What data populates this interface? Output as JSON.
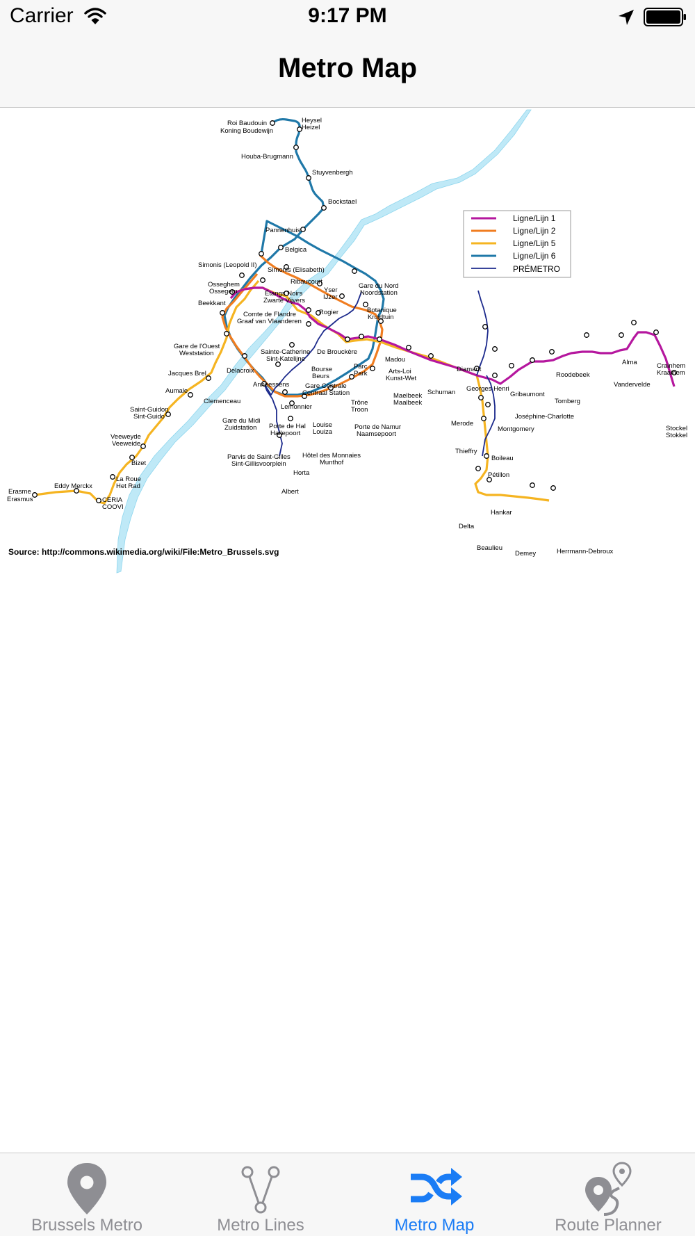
{
  "status_bar": {
    "carrier": "Carrier",
    "time": "9:17 PM"
  },
  "nav": {
    "title": "Metro Map"
  },
  "map": {
    "legend": {
      "line1": "Ligne/Lijn 1",
      "line2": "Ligne/Lijn  2",
      "line5": "Ligne/Lijn  5",
      "line6": "Ligne/Lijn  6",
      "premetro": "PRÉMETRO"
    },
    "source": "Source: http://commons.wikimedia.org/wiki/File:Metro_Brussels.svg",
    "stations": {
      "roi_baudouin": "Roi Baudouin",
      "koning_boudewijn": "Koning Boudewijn",
      "heysel": "Heysel",
      "heizel": "Heizel",
      "houba": "Houba-Brugmann",
      "stuyvenbergh": "Stuyvenbergh",
      "bockstael": "Bockstael",
      "pannenhuis": "Pannenhuis",
      "belgica": "Belgica",
      "simonis_leopold": "Simonis (Leopold II)",
      "simonis_elisabeth": "Simonis (Elisabeth)",
      "ribaucourt": "Ribaucourt",
      "osseghem": "Osseghem",
      "ossegem": "Ossegem",
      "beekkant": "Beekkant",
      "etangs_noirs": "Étangs Noirs",
      "zwarte_vijvers": "Zwarte Vijvers",
      "yser": "Yser",
      "ijzer": "IJzer",
      "gare_du_nord": "Gare du Nord",
      "noordstation": "Noordstation",
      "comte_de_flandre": "Comte de Flandre",
      "graaf_van_vlaanderen": "Graaf van Vlaanderen",
      "rogier": "Rogier",
      "botanique": "Botanique",
      "kruidtuin": "Kruidtuin",
      "gare_ouest": "Gare de l'Ouest",
      "weststation": "Weststation",
      "sainte_catherine": "Sainte-Catherine",
      "sint_katelijne": "Sint-Katelijne",
      "de_brouckere": "De Brouckère",
      "madou": "Madou",
      "jacques_brel": "Jacques Brel",
      "delacroix": "Delacroix",
      "bourse": "Bourse",
      "beurs": "Beurs",
      "parc": "Parc",
      "park": "Park",
      "arts_loi": "Arts-Loi",
      "kunst_wet": "Kunst-Wet",
      "aumale": "Aumale",
      "anneessens": "Anneessens",
      "gare_centrale": "Gare Centrale",
      "centraal_station": "Centraal Station",
      "maelbeek": "Maelbeek",
      "maalbeek": "Maalbeek",
      "schuman": "Schuman",
      "clemenceau": "Clemenceau",
      "lemonnier": "Lemonnier",
      "saint_guidon": "Saint-Guidon",
      "sint_guido": "Sint-Guido",
      "trone": "Trône",
      "troon": "Troon",
      "gare_du_midi": "Gare du Midi",
      "zuidstation": "Zuidstation",
      "porte_de_hal": "Porte de Hal",
      "hallepoort": "Hallepoort",
      "louise": "Louise",
      "louiza": "Louiza",
      "porte_de_namur": "Porte de Namur",
      "naamsepoort": "Naamsepoort",
      "veeweyde": "Veeweyde",
      "veeweide": "Veeweide",
      "bizet": "Bizet",
      "parvis": "Parvis de Saint-Gilles",
      "sint_gillisvoorplein": "Sint-Gillisvoorplein",
      "hotel_des_monnaies": "Hôtel des Monnaies",
      "munthof": "Munthof",
      "horta": "Horta",
      "albert": "Albert",
      "la_roue": "La Roue",
      "het_rad": "Het Rad",
      "eddy_merckx": "Eddy Merckx",
      "erasme": "Erasme",
      "erasmus": "Erasmus",
      "ceria": "CERIA",
      "coovi": "COOVI",
      "diamant": "Diamant",
      "georges_henri": "Georges Henri",
      "gribaumont": "Gribaumont",
      "roodebeek": "Roodebeek",
      "tomberg": "Tomberg",
      "alma": "Alma",
      "crainhem": "Crainhem",
      "kraainem": "Kraainem",
      "vandervelde": "Vandervelde",
      "josephine_charlotte": "Joséphine-Charlotte",
      "montgomery": "Montgomery",
      "merode": "Merode",
      "stockel": "Stockel",
      "stokkel": "Stokkel",
      "thieffry": "Thieffry",
      "boileau": "Boileau",
      "petillon": "Pétillon",
      "hankar": "Hankar",
      "delta": "Delta",
      "beaulieu": "Beaulieu",
      "demey": "Demey",
      "herrmann_debroux": "Herrmann-Debroux"
    },
    "colors": {
      "line1": "#b5179e",
      "line2": "#f07d20",
      "line5": "#f5b421",
      "line6": "#1f78a8",
      "premetro": "#1c2a8c",
      "canal": "#bfe9f7"
    }
  },
  "tabs": [
    {
      "label": "Brussels Metro",
      "icon": "location-pin-icon",
      "active": false
    },
    {
      "label": "Metro Lines",
      "icon": "branch-lines-icon",
      "active": false
    },
    {
      "label": "Metro Map",
      "icon": "shuffle-icon",
      "active": true
    },
    {
      "label": "Route Planner",
      "icon": "route-planner-icon",
      "active": false
    }
  ]
}
